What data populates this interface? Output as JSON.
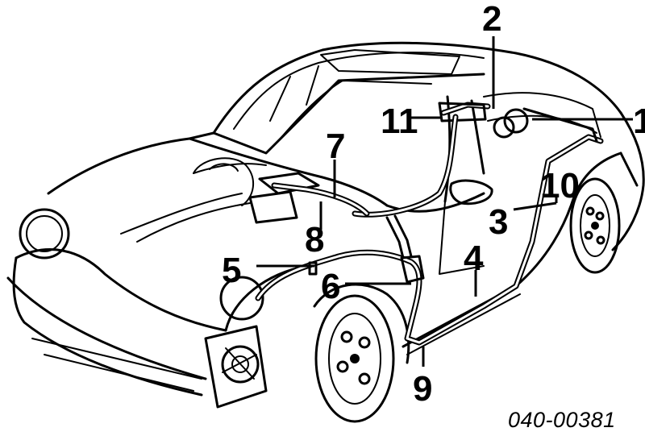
{
  "diagram": {
    "callouts": [
      "1",
      "2",
      "3",
      "4",
      "5",
      "6",
      "7",
      "8",
      "9",
      "10",
      "11"
    ],
    "part_number": "040-00381",
    "colors": {
      "ink": "#000000",
      "paper": "#ffffff"
    }
  }
}
